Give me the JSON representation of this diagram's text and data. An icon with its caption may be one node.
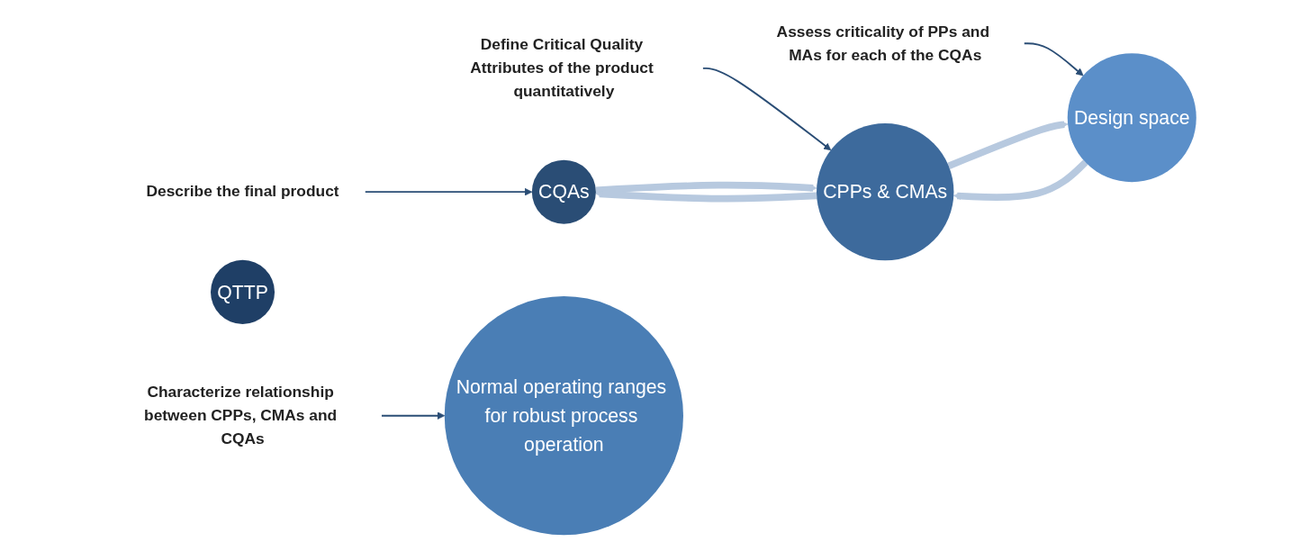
{
  "diagram": {
    "nodes": [
      {
        "text": [
          "Describe the final product"
        ]
      },
      {
        "text": [
          "Assess criticality of PPs and MAs for each of the CQAs"
        ]
      },
      {
        "text": [
          "QTTP"
        ]
      },
      {
        "text": [
          "CQAs"
        ]
      },
      {
        "text": [
          "CPPs & CMAs"
        ]
      },
      {
        "text": [
          "Design space"
        ]
      },
      {
        "text": [
          "Normal operating ranges for robust process operation"
        ]
      },
      {
        "text": [
          "Define Critical Quality Attributes of the product quantitatively"
        ]
      },
      {
        "text": [
          "Characterize relationship between CPPs, CMAs and CQAs"
        ]
      }
    ],
    "edges": [
      {
        "from": 0,
        "to": 3,
        "arrow": "to"
      },
      {
        "from": 7,
        "to": 4,
        "arrow": "to"
      },
      {
        "from": 1,
        "to": 5,
        "arrow": "to"
      },
      {
        "from": 8,
        "to": 6,
        "arrow": "to"
      },
      {
        "from": 3,
        "to": 4,
        "arrow": "to",
        "style": "thick",
        "color": "#b7c9df"
      },
      {
        "from": 4,
        "to": 3,
        "arrow": "to",
        "style": "thick",
        "color": "#b7c9df"
      },
      {
        "from": 4,
        "to": 5,
        "arrow": "to",
        "style": "thick",
        "color": "#b7c9df"
      },
      {
        "from": 5,
        "to": 4,
        "arrow": "to",
        "style": "thick",
        "color": "#b7c9df"
      }
    ]
  }
}
